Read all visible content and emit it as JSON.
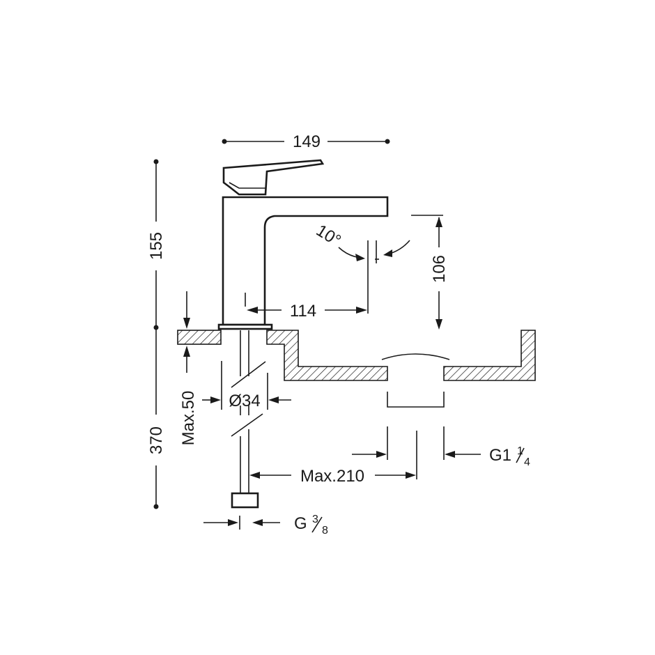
{
  "dimensions": {
    "width_top": "149",
    "height_upper": "155",
    "height_total": "370",
    "spout_reach": "114",
    "spout_height": "106",
    "angle": "10°",
    "counter_thickness": "Max.50",
    "hole_diameter": "Ø34",
    "drain_distance": "Max.210",
    "drain_thread_main": "G1",
    "drain_thread_num": "1",
    "drain_thread_den": "4",
    "supply_thread_main": "G",
    "supply_thread_num": "3",
    "supply_thread_den": "8"
  },
  "colors": {
    "line": "#1a1a1a",
    "background": "#ffffff"
  }
}
